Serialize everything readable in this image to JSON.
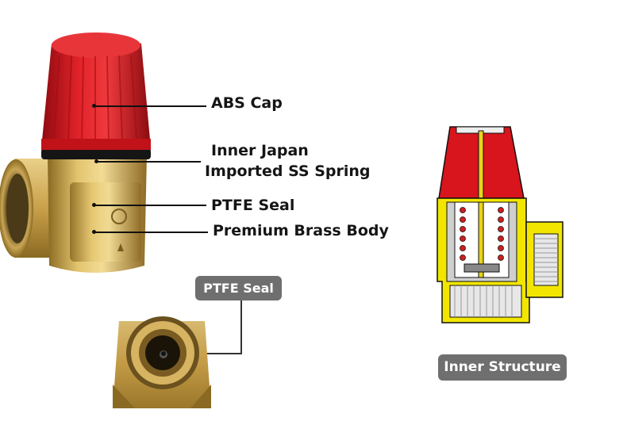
{
  "callouts": {
    "abs_cap": "ABS Cap",
    "spring_line1": "Inner Japan",
    "spring_line2": "Imported SS Spring",
    "ptfe_seal": "PTFE Seal",
    "brass_body": "Premium Brass Body"
  },
  "badges": {
    "ptfe_seal": "PTFE Seal",
    "inner_structure": "Inner Structure"
  },
  "colors": {
    "cap_red": "#d8141c",
    "brass": "#c9a24a",
    "badge_gray": "#6f6f6f",
    "section_yellow": "#f2e600",
    "spring_red": "#cc1f1f"
  }
}
